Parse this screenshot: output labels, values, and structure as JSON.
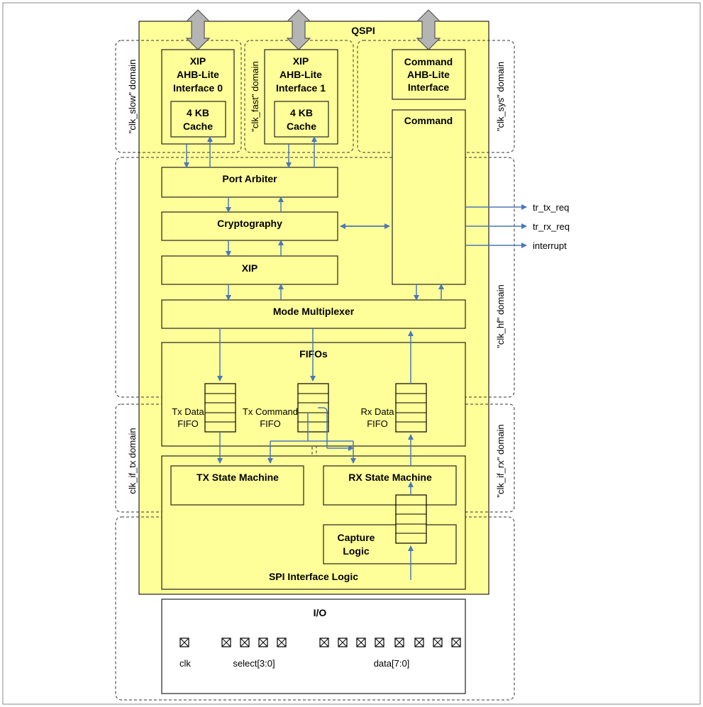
{
  "qspi": {
    "title": "QSPI"
  },
  "domains": {
    "clk_slow": "\"clk_slow\" domain",
    "clk_fast": "\"clk_fast\" domain",
    "clk_sys": "\"clk_sys\" domain",
    "clk_hf": "\"clk_hf\" domain",
    "clk_if_tx": "clk_if_tx domain",
    "clk_if_rx": "\"clk_if_rx\" domain"
  },
  "xip0": {
    "lines": [
      "XIP",
      "AHB-Lite",
      "Interface 0"
    ],
    "cache": [
      "4 KB",
      "Cache"
    ]
  },
  "xip1": {
    "lines": [
      "XIP",
      "AHB-Lite",
      "Interface 1"
    ],
    "cache": [
      "4 KB",
      "Cache"
    ]
  },
  "cmd_interface": {
    "lines": [
      "Command",
      "AHB-Lite",
      "Interface"
    ]
  },
  "command": {
    "label": "Command"
  },
  "port_arbiter": {
    "label": "Port Arbiter"
  },
  "cryptography": {
    "label": "Cryptography"
  },
  "xip_block": {
    "label": "XIP"
  },
  "mode_mux": {
    "label": "Mode Multiplexer"
  },
  "fifos": {
    "label": "FIFOs",
    "tx_data": [
      "Tx Data",
      "FIFO"
    ],
    "tx_command": [
      "Tx Command",
      "FIFO"
    ],
    "rx_data": [
      "Rx Data",
      "FIFO"
    ]
  },
  "tx_sm": {
    "label": "TX State Machine"
  },
  "rx_sm": {
    "label": "RX State Machine"
  },
  "capture": {
    "lines": [
      "Capture",
      "Logic"
    ]
  },
  "spi_if": {
    "label": "SPI Interface Logic"
  },
  "outputs": {
    "tr_tx_req": "tr_tx_req",
    "tr_rx_req": "tr_rx_req",
    "interrupt": "interrupt"
  },
  "io": {
    "title": "I/O",
    "clk": "clk",
    "select": "select[3:0]",
    "data": "data[7:0]"
  }
}
